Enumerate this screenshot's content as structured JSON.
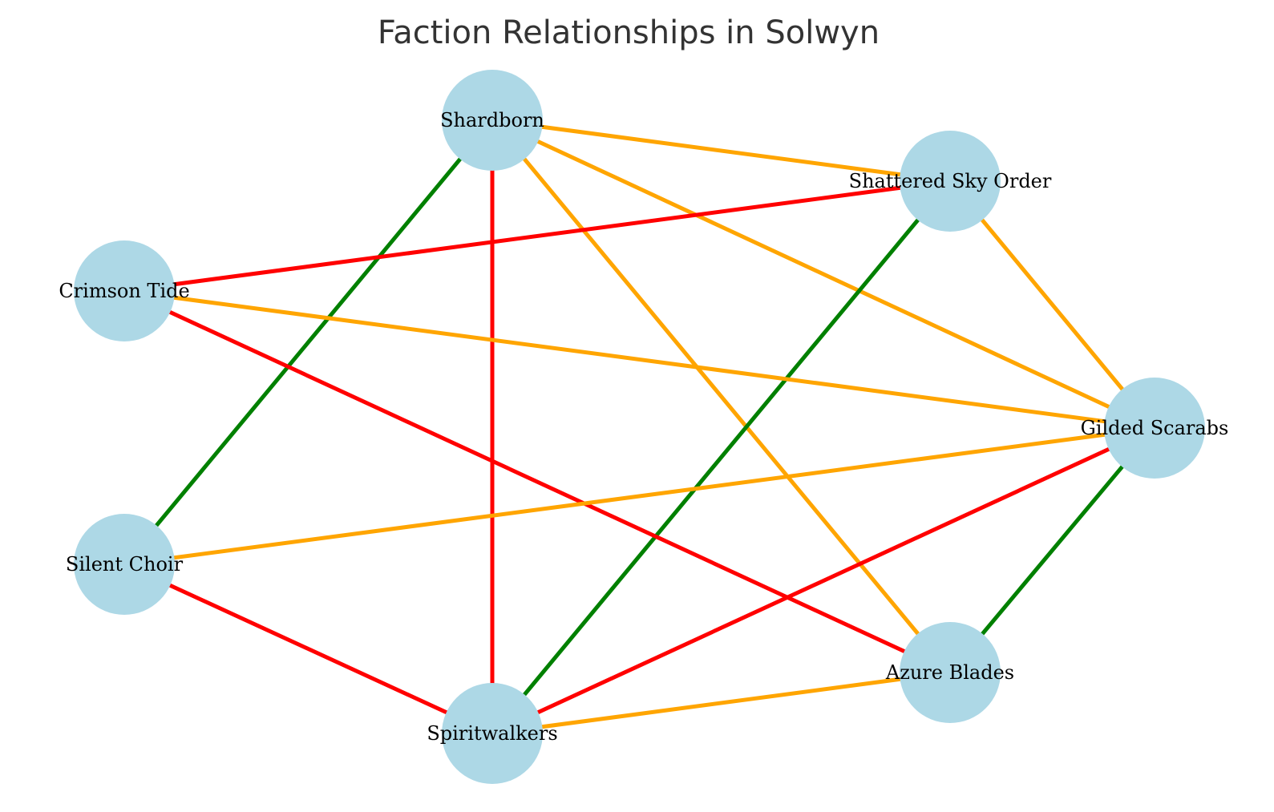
{
  "title": "Faction Relationships in Solwyn",
  "colors": {
    "node_fill": "#add8e6",
    "alliance": "#008000",
    "hostile": "#ff0000",
    "neutral": "#ffa500"
  },
  "nodes": [
    {
      "id": "shardborn",
      "label": "Shardborn"
    },
    {
      "id": "shattered-sky-order",
      "label": "Shattered Sky Order"
    },
    {
      "id": "crimson-tide",
      "label": "Crimson Tide"
    },
    {
      "id": "gilded-scarabs",
      "label": "Gilded Scarabs"
    },
    {
      "id": "silent-choir",
      "label": "Silent Choir"
    },
    {
      "id": "azure-blades",
      "label": "Azure Blades"
    },
    {
      "id": "spiritwalkers",
      "label": "Spiritwalkers"
    }
  ],
  "edges": [
    {
      "source": "shardborn",
      "target": "shattered-sky-order",
      "relation": "neutral"
    },
    {
      "source": "shardborn",
      "target": "gilded-scarabs",
      "relation": "neutral"
    },
    {
      "source": "shardborn",
      "target": "azure-blades",
      "relation": "neutral"
    },
    {
      "source": "shardborn",
      "target": "spiritwalkers",
      "relation": "hostile"
    },
    {
      "source": "shardborn",
      "target": "silent-choir",
      "relation": "alliance"
    },
    {
      "source": "shattered-sky-order",
      "target": "crimson-tide",
      "relation": "hostile"
    },
    {
      "source": "shattered-sky-order",
      "target": "gilded-scarabs",
      "relation": "neutral"
    },
    {
      "source": "shattered-sky-order",
      "target": "spiritwalkers",
      "relation": "alliance"
    },
    {
      "source": "crimson-tide",
      "target": "gilded-scarabs",
      "relation": "neutral"
    },
    {
      "source": "crimson-tide",
      "target": "azure-blades",
      "relation": "hostile"
    },
    {
      "source": "gilded-scarabs",
      "target": "silent-choir",
      "relation": "neutral"
    },
    {
      "source": "gilded-scarabs",
      "target": "spiritwalkers",
      "relation": "hostile"
    },
    {
      "source": "gilded-scarabs",
      "target": "azure-blades",
      "relation": "alliance"
    },
    {
      "source": "silent-choir",
      "target": "spiritwalkers",
      "relation": "hostile"
    },
    {
      "source": "spiritwalkers",
      "target": "azure-blades",
      "relation": "neutral"
    }
  ]
}
